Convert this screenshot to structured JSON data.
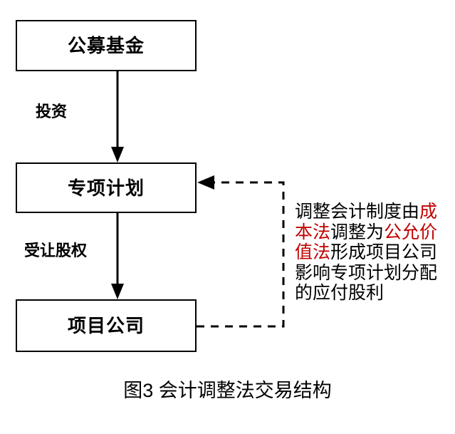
{
  "figure": {
    "caption": "图3 会计调整法交易结构",
    "background_color": "#FFFFFF",
    "line_color": "#000000",
    "accent_red": "#C00000"
  },
  "nodes": [
    {
      "id": "public-fund",
      "label": "公募基金"
    },
    {
      "id": "special-plan",
      "label": "专项计划"
    },
    {
      "id": "project-co",
      "label": "项目公司"
    }
  ],
  "edges": [
    {
      "id": "fund-to-plan",
      "from": "public-fund",
      "to": "special-plan",
      "label": "投资",
      "style": "solid",
      "arrow": "down"
    },
    {
      "id": "plan-to-project",
      "from": "special-plan",
      "to": "project-co",
      "label": "受让股权",
      "style": "solid",
      "arrow": "down"
    },
    {
      "id": "project-to-plan-feedback",
      "from": "project-co",
      "to": "special-plan",
      "label": "",
      "style": "dashed",
      "arrow": "left"
    }
  ],
  "annotation": {
    "id": "accounting-note",
    "full_text": "调整会计制度由成本法调整为公允价值法形成项目公司影响专项计划分配的应付股利",
    "segments": [
      {
        "text": "调整会计制度由",
        "color": "black"
      },
      {
        "text": "成本法",
        "color": "red"
      },
      {
        "text": "调整为",
        "color": "black"
      },
      {
        "text": "公允价值法",
        "color": "red"
      },
      {
        "text": "形成项目公司影响专项计划分配的应付股利",
        "color": "black"
      }
    ]
  }
}
